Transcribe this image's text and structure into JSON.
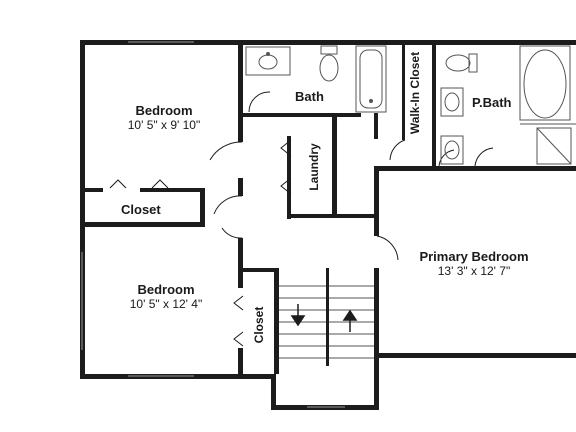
{
  "rooms": {
    "bedroom_top": {
      "name": "Bedroom",
      "dims": "10' 5\" x 9' 10\""
    },
    "closet_left": {
      "name": "Closet"
    },
    "bedroom_bottom": {
      "name": "Bedroom",
      "dims": "10' 5\" x 12' 4\""
    },
    "closet_small": {
      "name": "Closet"
    },
    "bath": {
      "name": "Bath"
    },
    "laundry": {
      "name": "Laundry"
    },
    "walk_in_closet": {
      "name": "Walk-In Closet"
    },
    "p_bath": {
      "name": "P.Bath"
    },
    "primary_bedroom": {
      "name": "Primary Bedroom",
      "dims": "13' 3\" x 12' 7\""
    }
  },
  "colors": {
    "wall": "#1c1c1c",
    "fixture": "#555555",
    "background": "#ffffff"
  },
  "icons": [
    "toilet-icon",
    "sink-icon",
    "bathtub-icon",
    "shower-icon",
    "stair-down-arrow-icon",
    "stair-up-arrow-icon"
  ]
}
